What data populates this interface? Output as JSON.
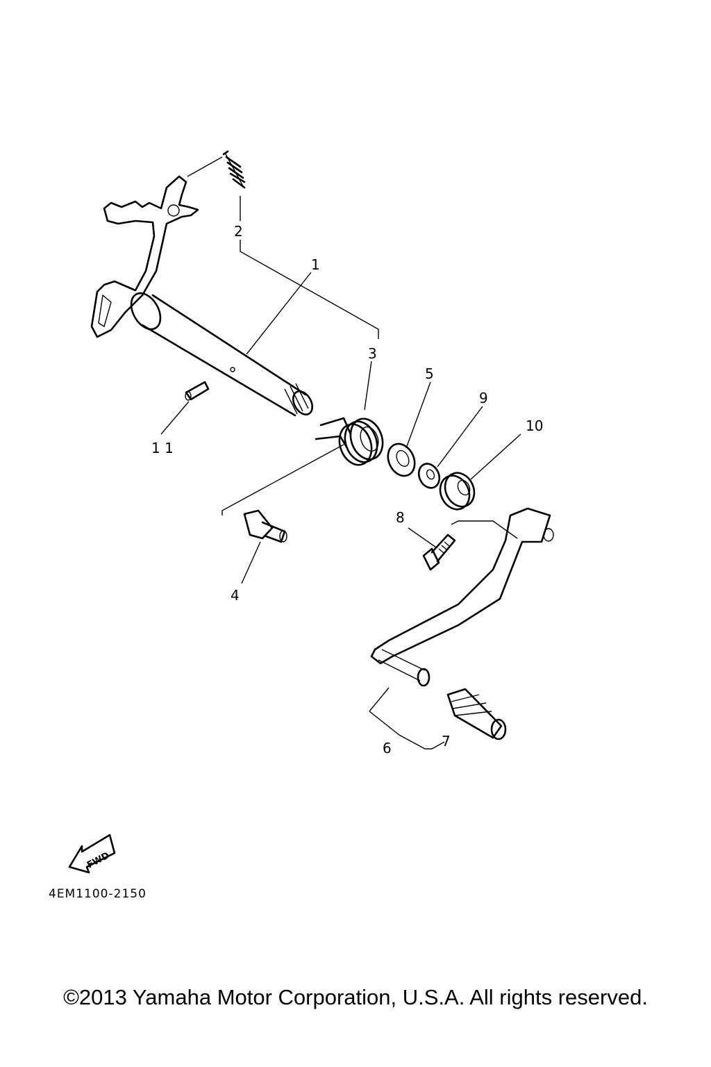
{
  "callouts": {
    "c1": "1",
    "c2": "2",
    "c3": "3",
    "c4": "4",
    "c5": "5",
    "c6": "6",
    "c7": "7",
    "c8": "8",
    "c9": "9",
    "c10": "10",
    "c11": "1 1"
  },
  "fwd_label": "FWD",
  "diagram_code": "4EM1100-2150",
  "copyright": "©2013 Yamaha Motor Corporation, U.S.A. All rights reserved."
}
